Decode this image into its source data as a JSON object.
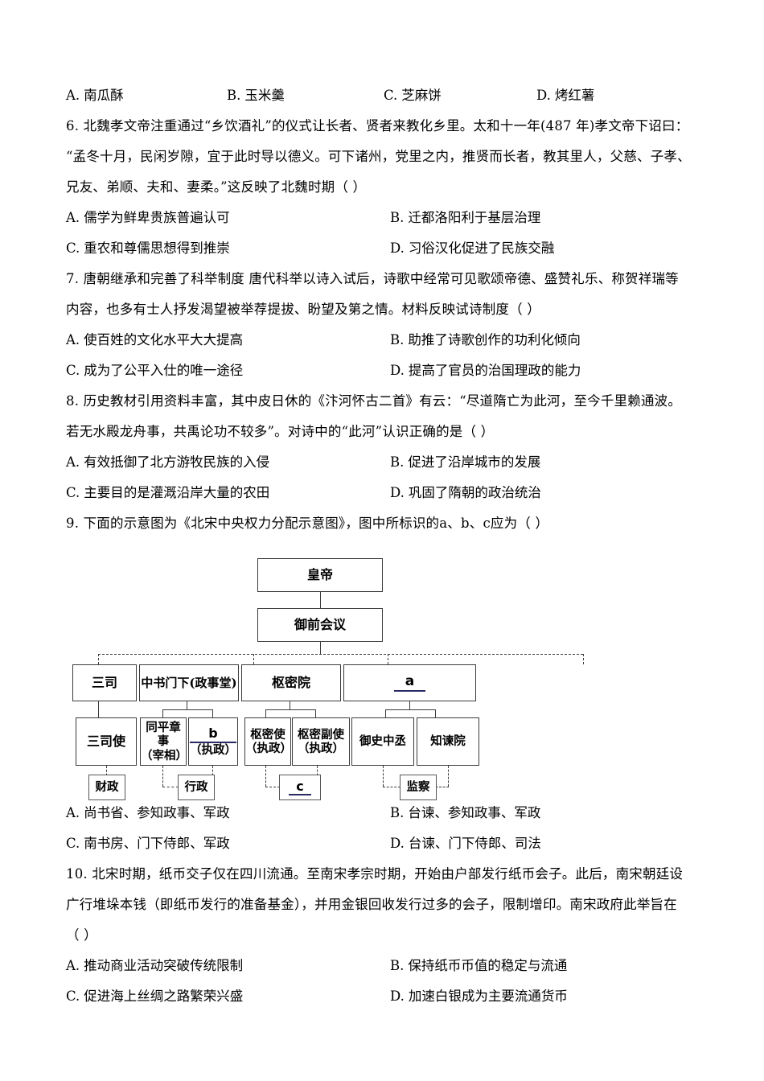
{
  "document": {
    "type": "exam-paper",
    "subject_hint": "history-multiple-choice"
  },
  "q5_options": {
    "a_label": "A.",
    "a_text": "南瓜酥",
    "b_label": "B.",
    "b_text": "玉米羹",
    "c_label": "C.",
    "c_text": "芝麻饼",
    "d_label": "D.",
    "d_text": "烤红薯"
  },
  "q6": {
    "number": "6.",
    "stem_line1": "北魏孝文帝注重通过“乡饮酒礼”的仪式让长者、贤者来教化乡里。太和十一年(487 年)孝文帝下诏曰：",
    "stem_line2": "“孟冬十月，民闲岁隙，宜于此时导以德义。可下诸州，党里之内，推贤而长者，教其里人，父慈、子孝、",
    "stem_line3": "兄友、弟顺、夫和、妻柔。”这反映了北魏时期（    ）",
    "options": [
      {
        "label": "A.",
        "text": "儒学为鲜卑贵族普遍认可"
      },
      {
        "label": "B.",
        "text": "迁都洛阳利于基层治理"
      },
      {
        "label": "C.",
        "text": "重农和尊儒思想得到推崇"
      },
      {
        "label": "D.",
        "text": "习俗汉化促进了民族交融"
      }
    ]
  },
  "q7": {
    "number": "7.",
    "stem_line1": "唐朝继承和完善了科举制度   唐代科举以诗入试后，诗歌中经常可见歌颂帝德、盛赞礼乐、称贺祥瑞等",
    "stem_line2": "内容，也多有士人抒发渴望被举荐提拔、盼望及第之情。材料反映试诗制度（    ）",
    "options": [
      {
        "label": "A.",
        "text": "使百姓的文化水平大大提高"
      },
      {
        "label": "B.",
        "text": "助推了诗歌创作的功利化倾向"
      },
      {
        "label": "C.",
        "text": "成为了公平入仕的唯一途径"
      },
      {
        "label": "D.",
        "text": "提高了官员的治国理政的能力"
      }
    ]
  },
  "q8": {
    "number": "8.",
    "stem_line1": "历史教材引用资料丰富，其中皮日休的《汴河怀古二首》有云：“尽道隋亡为此河，至今千里赖通波。",
    "stem_line2": "若无水殿龙舟事，共禹论功不较多”。对诗中的“此河”认识正确的是（    ）",
    "options": [
      {
        "label": "A.",
        "text": "有效抵御了北方游牧民族的入侵"
      },
      {
        "label": "B.",
        "text": "促进了沿岸城市的发展"
      },
      {
        "label": "C.",
        "text": "主要目的是灌溉沿岸大量的农田"
      },
      {
        "label": "D.",
        "text": "巩固了隋朝的政治统治"
      }
    ]
  },
  "q9": {
    "number": "9.",
    "stem_line1": "下面的示意图为《北宋中央权力分配示意图》，图中所标识的a、b、c应为（     ）",
    "diagram": {
      "title_reference": "北宋中央权力分配示意图",
      "emperor": "皇帝",
      "council": "御前会议",
      "row3": [
        {
          "id": "sansi",
          "text": "三司"
        },
        {
          "id": "zhongshumenxia",
          "text": "中书门下(政事堂)"
        },
        {
          "id": "shumiyuan",
          "text": "枢密院"
        },
        {
          "id": "blank_a",
          "text": "a",
          "is_blank": true
        }
      ],
      "row4": [
        {
          "id": "sansishi",
          "line1": "三司使",
          "line2": ""
        },
        {
          "id": "tongpingzhangshi",
          "line1": "同平章事",
          "line2": "（宰相）"
        },
        {
          "id": "blank_b",
          "line1": "b",
          "line2": "（执政）",
          "is_blank": true
        },
        {
          "id": "shumishi",
          "line1": "枢密使",
          "line2": "（执政）"
        },
        {
          "id": "shumifushi",
          "line1": "枢密副使",
          "line2": "（执政）"
        },
        {
          "id": "yushizhongcheng",
          "line1": "御史中丞",
          "line2": ""
        },
        {
          "id": "zhijianyuan",
          "line1": "知谏院",
          "line2": ""
        }
      ],
      "row5": [
        {
          "id": "caizheng",
          "text": "财政"
        },
        {
          "id": "xingzheng",
          "text": "行政"
        },
        {
          "id": "blank_c",
          "text": "c",
          "is_blank": true
        },
        {
          "id": "jiancha",
          "text": "监察"
        }
      ]
    },
    "options": [
      {
        "label": "A.",
        "text": "尚书省、参知政事、军政"
      },
      {
        "label": "B.",
        "text": "台谏、参知政事、军政"
      },
      {
        "label": "C.",
        "text": "南书房、门下侍郎、军政"
      },
      {
        "label": "D.",
        "text": "台谏、门下侍郎、司法"
      }
    ]
  },
  "q10": {
    "number": "10.",
    "stem_line1": "北宋时期，纸币交子仅在四川流通。至南宋孝宗时期，开始由户部发行纸币会子。此后，南宋朝廷设",
    "stem_line2": "广行堆垛本钱（即纸币发行的准备基金），并用金银回收发行过多的会子，限制增印。南宋政府此举旨在",
    "stem_line3": "（    ）",
    "options": [
      {
        "label": "A.",
        "text": "推动商业活动突破传统限制"
      },
      {
        "label": "B.",
        "text": "保持纸币币值的稳定与流通"
      },
      {
        "label": "C.",
        "text": "促进海上丝绸之路繁荣兴盛"
      },
      {
        "label": "D.",
        "text": "加速白银成为主要流通货币"
      }
    ]
  },
  "colors": {
    "text": "#000000",
    "box_border": "#3b3b3b",
    "blank_underline": "#2a2a66",
    "page_background": "#ffffff"
  }
}
